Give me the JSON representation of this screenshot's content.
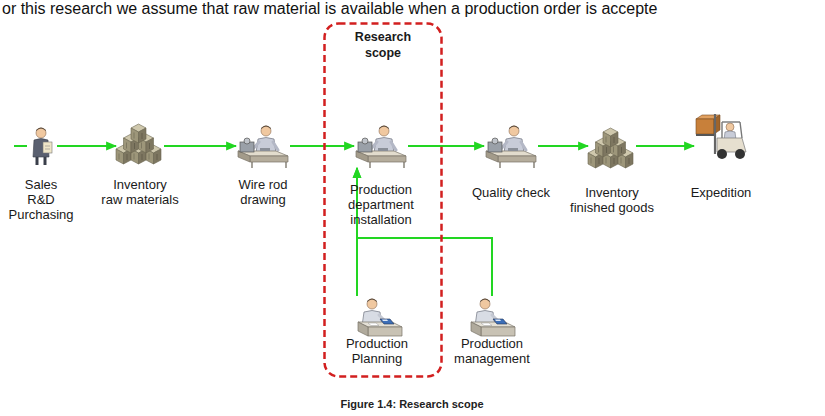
{
  "diagram": {
    "caption": "Figure 1.4: Research scope",
    "nodes": [
      {
        "text": [
          "Sales R&D Purchasing"
        ]
      },
      {
        "text": [
          "Inventory raw materials"
        ]
      },
      {
        "text": [
          "Wire rod drawing"
        ]
      },
      {
        "text": [
          "Research scope"
        ]
      },
      {
        "text": [
          "Production department installation"
        ],
        "in": 3
      },
      {
        "text": [
          "Production Planning"
        ],
        "in": 3
      },
      {
        "text": [
          "Quality check"
        ]
      },
      {
        "text": [
          "Inventory finished goods"
        ]
      },
      {
        "text": [
          "Expedition"
        ]
      },
      {
        "text": [
          "Production management"
        ]
      }
    ],
    "edges": [
      {
        "from": 0,
        "to": 1,
        "arrow": "to"
      },
      {
        "from": 1,
        "to": 2,
        "arrow": "to"
      },
      {
        "from": 2,
        "to": 4,
        "arrow": "to"
      },
      {
        "from": 4,
        "to": 6,
        "arrow": "to"
      },
      {
        "from": 6,
        "to": 7,
        "arrow": "to"
      },
      {
        "from": 7,
        "to": 8,
        "arrow": "to"
      },
      {
        "from": 5,
        "to": 4,
        "arrow": "to"
      },
      {
        "from": 9,
        "to": 4,
        "arrow": "to"
      }
    ],
    "labels": [
      "or this research we assume that raw material is available when a production order is accepte"
    ]
  }
}
